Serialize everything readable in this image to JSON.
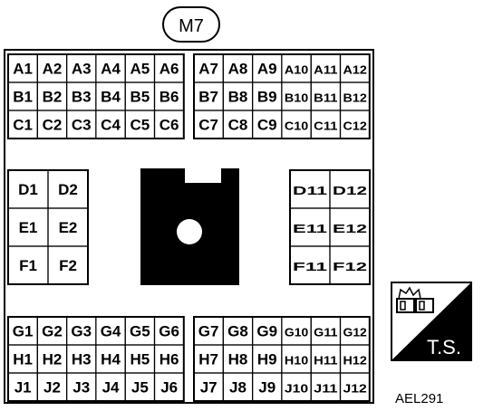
{
  "diagram": {
    "connector_label": "M7",
    "reference_code": "AEL291",
    "badge_text": "T.S.",
    "top_rows": [
      [
        "A1",
        "A2",
        "A3",
        "A4",
        "A5",
        "A6",
        "A7",
        "A8",
        "A9",
        "A10",
        "A11",
        "A12"
      ],
      [
        "B1",
        "B2",
        "B3",
        "B4",
        "B5",
        "B6",
        "B7",
        "B8",
        "B9",
        "B10",
        "B11",
        "B12"
      ],
      [
        "C1",
        "C2",
        "C3",
        "C4",
        "C5",
        "C6",
        "C7",
        "C8",
        "C9",
        "C10",
        "C11",
        "C12"
      ]
    ],
    "left_rows": [
      [
        "D1",
        "D2"
      ],
      [
        "E1",
        "E2"
      ],
      [
        "F1",
        "F2"
      ]
    ],
    "right_rows": [
      [
        "D11",
        "D12"
      ],
      [
        "E11",
        "E12"
      ],
      [
        "F11",
        "F12"
      ]
    ],
    "bottom_rows": [
      [
        "G1",
        "G2",
        "G3",
        "G4",
        "G5",
        "G6",
        "G7",
        "G8",
        "G9",
        "G10",
        "G11",
        "G12"
      ],
      [
        "H1",
        "H2",
        "H3",
        "H4",
        "H5",
        "H6",
        "H7",
        "H8",
        "H9",
        "H10",
        "H11",
        "H12"
      ],
      [
        "J1",
        "J2",
        "J3",
        "J4",
        "J5",
        "J6",
        "J7",
        "J8",
        "J9",
        "J10",
        "J11",
        "J12"
      ]
    ]
  }
}
